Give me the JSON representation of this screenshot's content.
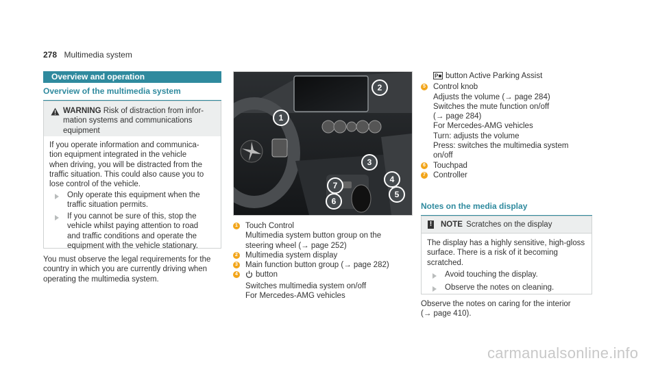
{
  "header": {
    "page_number": "278",
    "section": "Multimedia system"
  },
  "left": {
    "section_bar": "Overview and operation",
    "subheading": "Overview of the multimedia system",
    "warning": {
      "label": "WARNING",
      "intro_lines": [
        "Risk of distraction from infor-",
        "mation systems and communications",
        "equipment"
      ],
      "body_lines": [
        "If you operate information and communica-",
        "tion equipment integrated in the vehicle",
        "when driving, you will be distracted from the",
        "traffic situation. This could also cause you to",
        "lose control of the vehicle."
      ],
      "bullet1_lines": [
        "Only operate this equipment when the",
        "traffic situation permits."
      ],
      "bullet2_lines": [
        "If you cannot be sure of this, stop the",
        "vehicle whilst paying attention to road",
        "and traffic conditions and operate the",
        "equipment with the vehicle stationary."
      ]
    },
    "para_lines": [
      "You must observe the legal requirements for the",
      "country in which you are currently driving when",
      "operating the multimedia system."
    ]
  },
  "figure": {
    "callouts": [
      "1",
      "2",
      "3",
      "4",
      "5",
      "6",
      "7"
    ]
  },
  "legend_mid": [
    {
      "num": "1",
      "lines": [
        "Touch Control",
        "Multimedia system button group on the",
        "steering wheel (→ page 252)"
      ]
    },
    {
      "num": "2",
      "lines": [
        "Multimedia system display"
      ]
    },
    {
      "num": "3",
      "lines": [
        "Main function button group (→ page 282)"
      ]
    },
    {
      "num": "4",
      "first": "button",
      "lines": [
        "Switches multimedia system on/off",
        "For Mercedes-AMG vehicles"
      ]
    }
  ],
  "legend_right": {
    "top_line": "button Active Parking Assist",
    "item5": {
      "num": "5",
      "lines": [
        "Control knob",
        "Adjusts the volume (→ page 284)",
        "Switches the mute function on/off",
        "(→ page 284)",
        "For Mercedes-AMG vehicles",
        "Turn: adjusts the volume",
        "Press: switches the multimedia system",
        "on/off"
      ]
    },
    "item6": {
      "num": "6",
      "label": "Touchpad"
    },
    "item7": {
      "num": "7",
      "label": "Controller"
    }
  },
  "notes": {
    "subheading": "Notes on the media display",
    "note_label": "NOTE",
    "note_title": "Scratches on the display",
    "body_lines": [
      "The display has a highly sensitive, high-gloss",
      "surface. There is a risk of it becoming",
      "scratched."
    ],
    "bullet1": "Avoid touching the display.",
    "bullet2": "Observe the notes on cleaning.",
    "after_lines": [
      "Observe the notes on caring for the interior",
      "(→ page 410)."
    ]
  },
  "footer": {
    "watermark": "carmanualsonline.info"
  },
  "colors": {
    "accent": "#2f8a9e",
    "callout_num": "#f2a51a"
  }
}
